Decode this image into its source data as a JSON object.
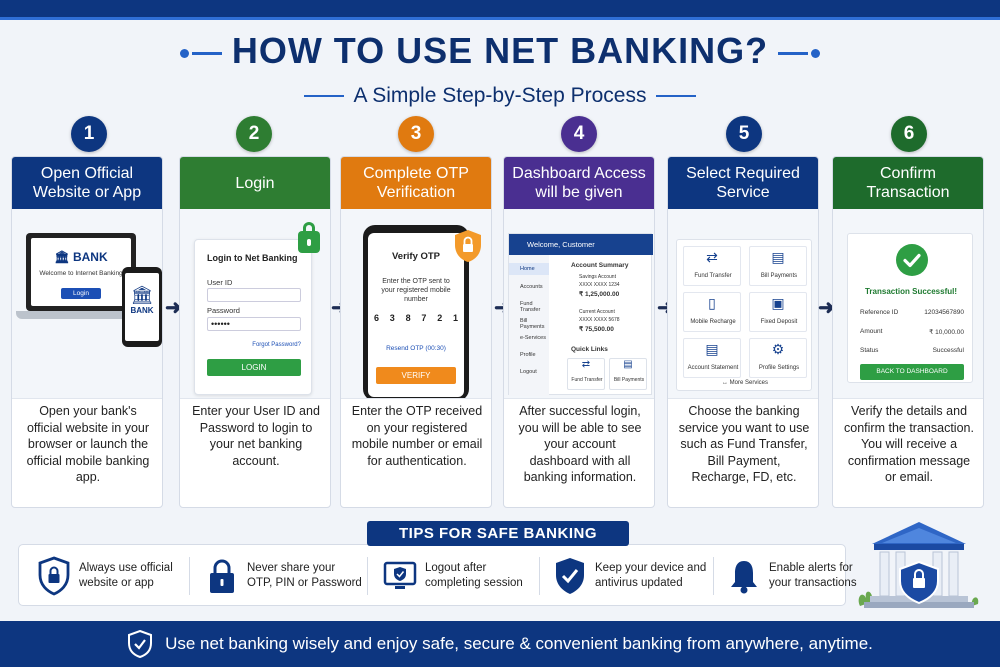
{
  "title": "HOW TO USE NET BANKING?",
  "subtitle": "A Simple Step-by-Step Process",
  "steps": [
    {
      "number": "1",
      "title": "Open Official Website or App",
      "color": "#0d3680",
      "desc": "Open your bank's official website in your browser or launch the official mobile banking app."
    },
    {
      "number": "2",
      "title": "Login",
      "color": "#2e7d32",
      "desc": "Enter your User ID and Password to login to your net banking account."
    },
    {
      "number": "3",
      "title": "Complete OTP Verification",
      "color": "#e07a10",
      "desc": "Enter the OTP received on your registered mobile number or email for authentication."
    },
    {
      "number": "4",
      "title": "Dashboard Access will be given",
      "color": "#4a2f91",
      "desc": "After successful login, you will be able to see your account dashboard with all banking information."
    },
    {
      "number": "5",
      "title": "Select Required Service",
      "color": "#0d3680",
      "desc": "Choose the banking service you want to use such as Fund Transfer, Bill Payment, Recharge, FD, etc."
    },
    {
      "number": "6",
      "title": "Confirm Transaction",
      "color": "#1e6b2c",
      "desc": "Verify the details and confirm the transaction. You will receive a confirmation message or email."
    }
  ],
  "step1": {
    "bank_label": "BANK",
    "welcome": "Welcome to Internet Banking",
    "login_btn": "Login",
    "phone_bank": "BANK"
  },
  "step2": {
    "title": "Login to Net Banking",
    "user_label": "User ID",
    "pass_label": "Password",
    "pass_mask": "••••••",
    "forgot": "Forgot Password?",
    "login_btn": "LOGIN"
  },
  "step3": {
    "title": "Verify OTP",
    "info": "Enter the OTP sent to your registered mobile number",
    "digits": [
      "6",
      "3",
      "8",
      "7",
      "2",
      "1"
    ],
    "resend": "Resend OTP (00:30)",
    "verify_btn": "VERIFY"
  },
  "step4": {
    "welcome": "Welcome, Customer",
    "menu": [
      "Home",
      "Accounts",
      "Fund Transfer",
      "Bill Payments",
      "e-Services",
      "Profile",
      "Logout"
    ],
    "summary_title": "Account Summary",
    "acc1_type": "Savings Account",
    "acc1_no": "XXXX XXXX 1234",
    "acc1_bal": "₹ 1,25,000.00",
    "acc2_type": "Current Account",
    "acc2_no": "XXXX XXXX 5678",
    "acc2_bal": "₹ 75,500.00",
    "quick_links": "Quick Links",
    "ql1": "Fund Transfer",
    "ql2": "Bill Payments"
  },
  "step5": {
    "services": [
      "Fund Transfer",
      "Bill Payments",
      "Mobile Recharge",
      "Fixed Deposit",
      "Account Statement",
      "Profile Settings"
    ],
    "more": "↔ More Services"
  },
  "step6": {
    "success": "Transaction Successful!",
    "ref_label": "Reference ID",
    "ref_value": "12034567890",
    "amount_label": "Amount",
    "amount_value": "₹ 10,000.00",
    "status_label": "Status",
    "status_value": "Successful",
    "back_btn": "BACK TO DASHBOARD"
  },
  "tips_title": "TIPS FOR SAFE BANKING",
  "tips": [
    "Always use official website or app",
    "Never share your OTP, PIN or Password",
    "Logout after completing session",
    "Keep your device and antivirus updated",
    "Enable alerts for your transactions"
  ],
  "footer": "Use net banking wisely and enjoy safe, secure & convenient banking from anywhere, anytime.",
  "colors": {
    "navy": "#0d3680",
    "green": "#2e7d32",
    "orange": "#e07a10",
    "purple": "#4a2f91"
  }
}
